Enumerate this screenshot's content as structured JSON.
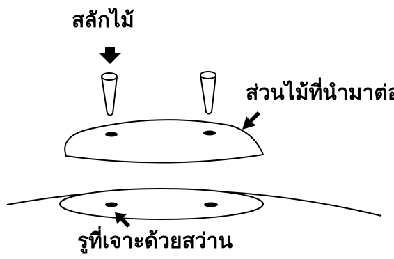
{
  "labels": {
    "dowel": "สลักไม้",
    "joined_piece": "ส่วนไม้ที่นำมาต่อ",
    "drilled_holes": "รูที่เจาะด้วยสว่าน"
  },
  "colors": {
    "line": "#000000",
    "background": "#ffffff"
  }
}
